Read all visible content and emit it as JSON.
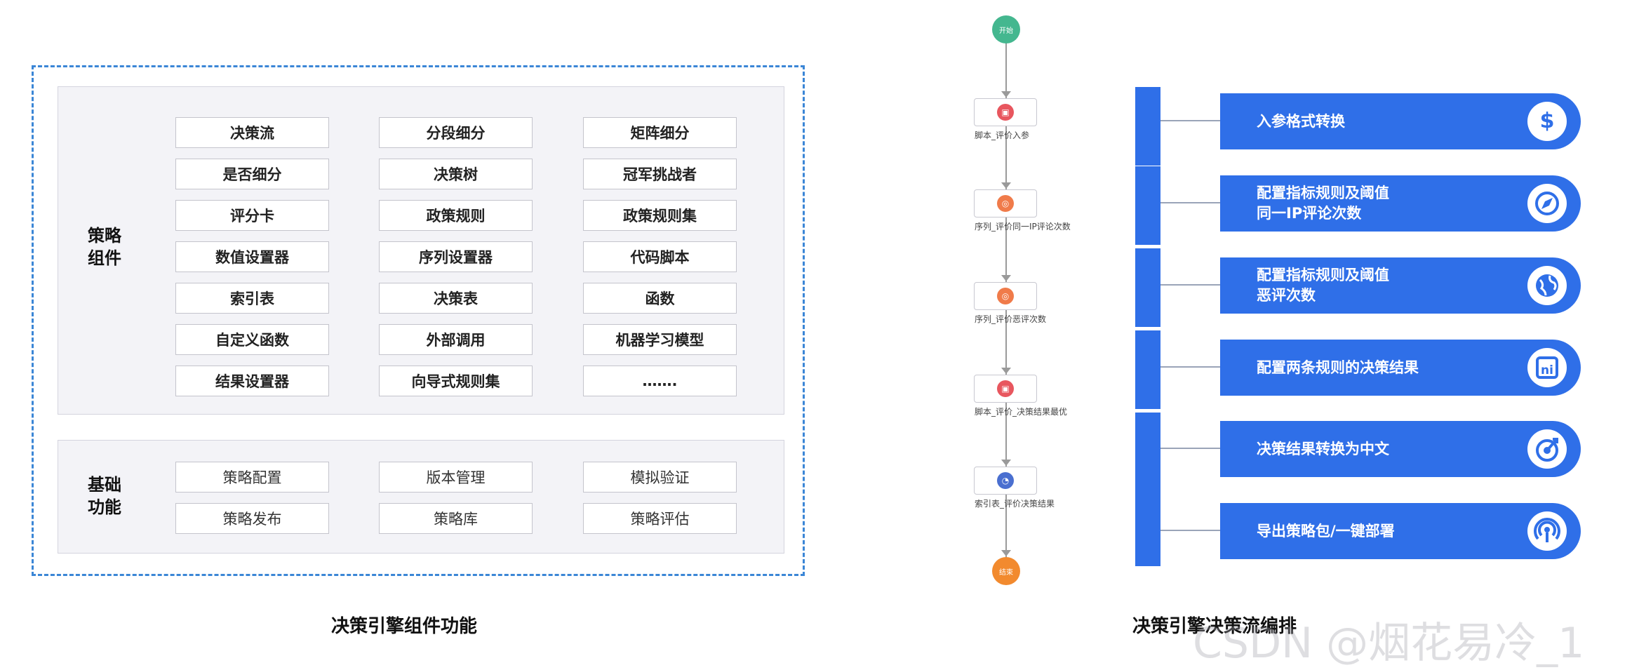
{
  "left": {
    "strategy_title": [
      "策略",
      "组件"
    ],
    "strategy_items": [
      [
        "决策流",
        "分段细分",
        "矩阵细分"
      ],
      [
        "是否细分",
        "决策树",
        "冠军挑战者"
      ],
      [
        "评分卡",
        "政策规则",
        "政策规则集"
      ],
      [
        "数值设置器",
        "序列设置器",
        "代码脚本"
      ],
      [
        "索引表",
        "决策表",
        "函数"
      ],
      [
        "自定义函数",
        "外部调用",
        "机器学习模型"
      ],
      [
        "结果设置器",
        "向导式规则集",
        "……."
      ]
    ],
    "basic_title": [
      "基础",
      "功能"
    ],
    "basic_items": [
      [
        "策略配置",
        "版本管理",
        "模拟验证"
      ],
      [
        "策略发布",
        "策略库",
        "策略评估"
      ]
    ],
    "caption": "决策引擎组件功能"
  },
  "flow": {
    "start": "开始",
    "end": "结束",
    "nodes": [
      {
        "label": "脚本_评价入参",
        "color": "#e8565e",
        "glyph": "▣"
      },
      {
        "label": "序列_评价同一IP评论次数",
        "color": "#f07b4a",
        "glyph": "◎"
      },
      {
        "label": "序列_评价恶评次数",
        "color": "#f07b4a",
        "glyph": "◎"
      },
      {
        "label": "脚本_评价_决策结果最优",
        "color": "#e8565e",
        "glyph": "▣"
      },
      {
        "label": "索引表_评价决策结果",
        "color": "#4a6fd0",
        "glyph": "◔"
      }
    ]
  },
  "right": {
    "caption": "决策引擎决策流编排",
    "items": [
      {
        "lines": [
          "入参格式转换"
        ],
        "icon": "dollar-icon"
      },
      {
        "lines": [
          "配置指标规则及阈值",
          "同一IP评论次数"
        ],
        "icon": "compass-icon"
      },
      {
        "lines": [
          "配置指标规则及阈值",
          "恶评次数"
        ],
        "icon": "globe-icon"
      },
      {
        "lines": [
          "配置两条规则的决策结果"
        ],
        "icon": "ni-icon"
      },
      {
        "lines": [
          "决策结果转换为中文"
        ],
        "icon": "target-icon"
      },
      {
        "lines": [
          "导出策略包/一键部署"
        ],
        "icon": "broadcast-icon"
      }
    ]
  },
  "watermark": "CSDN @烟花易冷_1",
  "colors": {
    "accent": "#2f6fe8",
    "frame": "#3b86d6"
  }
}
